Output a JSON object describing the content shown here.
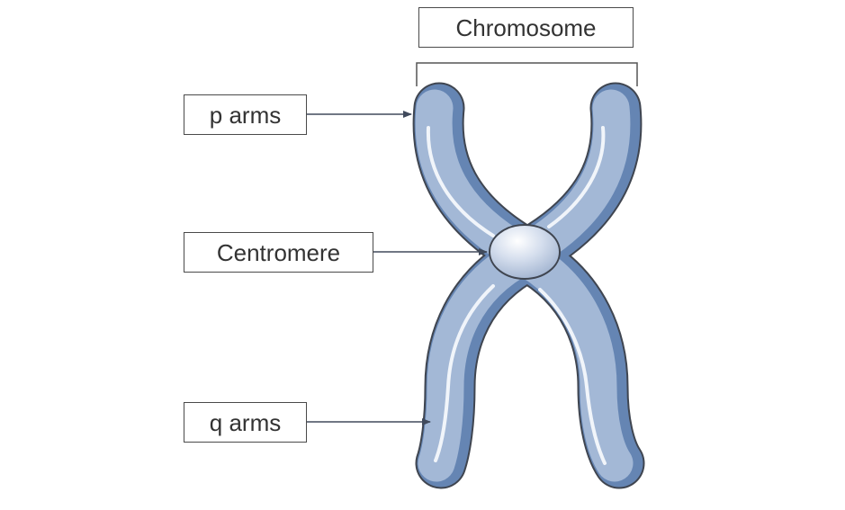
{
  "diagram": {
    "title": "Chromosome",
    "labels": {
      "p_arms": "p arms",
      "centromere": "Centromere",
      "q_arms": "q arms"
    },
    "colors": {
      "chromosome_fill": "#a3b8d6",
      "chromosome_shade": "#6585b3",
      "chromosome_outline": "#3f4550",
      "centromere_fill": "#c6d2e6",
      "highlight": "#f5f8fc",
      "arrow": "#404a5c",
      "box_border": "#4a4a4a",
      "text": "#333333"
    }
  }
}
